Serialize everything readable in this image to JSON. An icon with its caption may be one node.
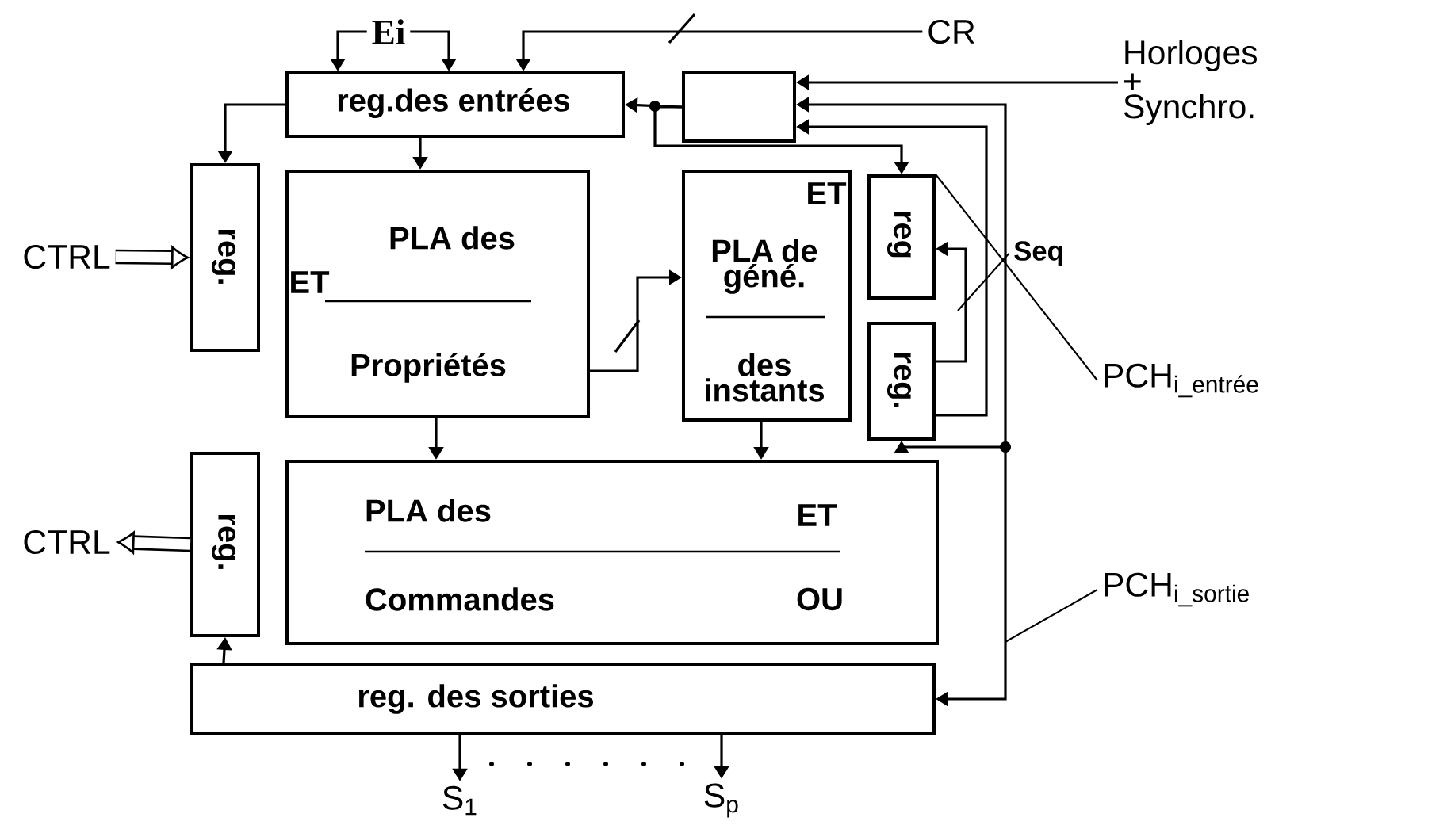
{
  "diagram": {
    "nodes": [
      {
        "text": [
          "reg.des entrées"
        ]
      },
      {
        "text": [],
        "shape": "box"
      },
      {
        "text": [
          "reg."
        ]
      },
      {
        "text": [
          "ET",
          "PLA des",
          "Propriétés"
        ]
      },
      {
        "text": [
          "ET",
          "PLA de géné.",
          "des instants"
        ]
      },
      {
        "text": [
          "reg"
        ]
      },
      {
        "text": [
          "reg."
        ]
      },
      {
        "text": [
          "PLA des",
          "ET",
          "Commandes",
          "OU"
        ]
      },
      {
        "text": [
          "reg."
        ]
      },
      {
        "text": [
          "reg. des sorties"
        ]
      },
      {
        "text": [
          "Ei"
        ]
      },
      {
        "text": [
          "CR"
        ]
      },
      {
        "text": [
          "Horloges + Synchro."
        ]
      },
      {
        "text": [
          "CTRL"
        ]
      },
      {
        "text": [
          "CTRL"
        ]
      },
      {
        "text": [
          "Seq"
        ]
      },
      {
        "text": [
          "PCH$_{i_entrée}$"
        ]
      },
      {
        "text": [
          "PCH$_{i_sortie}$"
        ]
      },
      {
        "text": [
          "S$_{1}$"
        ]
      },
      {
        "text": [
          "S$_{p}$"
        ]
      }
    ],
    "edges": [
      {
        "from": 10,
        "to": 0,
        "arrow": "to"
      },
      {
        "from": 10,
        "to": 0,
        "arrow": "to"
      },
      {
        "from": 11,
        "to": 0,
        "arrow": "to"
      },
      {
        "from": 12,
        "to": 1,
        "arrow": "to"
      },
      {
        "from": 1,
        "to": 0,
        "arrow": "to"
      },
      {
        "from": 1,
        "to": 5,
        "arrow": "to"
      },
      {
        "from": 0,
        "to": 2,
        "arrow": "to"
      },
      {
        "from": 0,
        "to": 3,
        "arrow": "to"
      },
      {
        "from": 3,
        "to": 4,
        "arrow": "to"
      },
      {
        "from": 3,
        "to": 7,
        "arrow": "to"
      },
      {
        "from": 4,
        "to": 7,
        "arrow": "to"
      },
      {
        "from": 6,
        "to": 5,
        "arrow": "to"
      },
      {
        "from": 6,
        "to": 1,
        "arrow": "to"
      },
      {
        "from": null,
        "to": 1,
        "arrow": "to"
      },
      {
        "from": null,
        "to": 6,
        "arrow": "to"
      },
      {
        "from": null,
        "to": 9,
        "arrow": "to"
      },
      {
        "from": 8,
        "to": 14,
        "arrow": "to",
        "style": "thick"
      },
      {
        "from": 13,
        "to": 2,
        "arrow": "to",
        "style": "thick"
      },
      {
        "from": 9,
        "to": 8,
        "arrow": "to"
      },
      {
        "from": 9,
        "to": 18,
        "arrow": "to"
      },
      {
        "from": 9,
        "to": 19,
        "arrow": "to"
      },
      {
        "from": 15,
        "to": null,
        "arrow": "none"
      },
      {
        "from": 16,
        "to": 5,
        "arrow": "none"
      },
      {
        "from": 17,
        "to": null,
        "arrow": "none"
      }
    ]
  }
}
